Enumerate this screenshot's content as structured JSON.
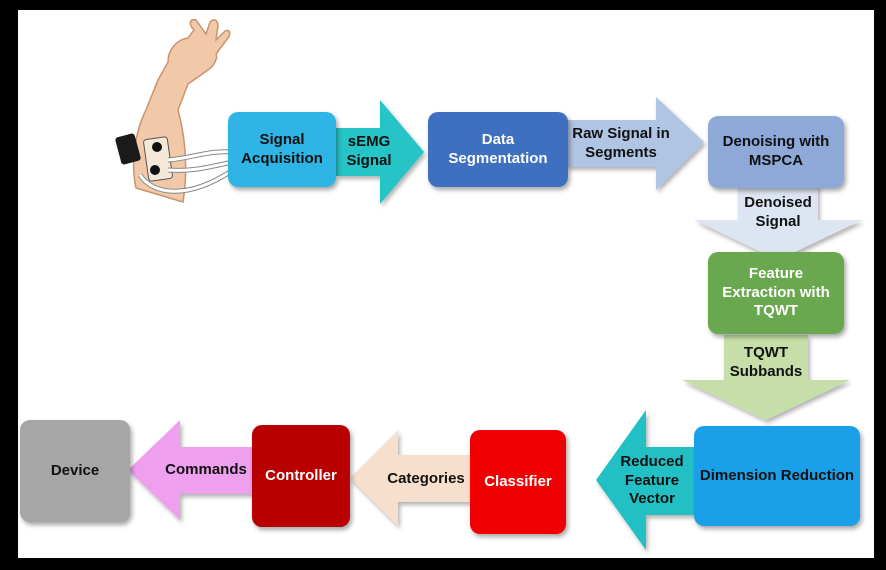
{
  "diagram": {
    "boxes": {
      "signal_acquisition": "Signal Acquisition",
      "data_segmentation": "Data Segmentation",
      "denoising": "Denoising with MSPCA",
      "feature_extraction": "Feature Extraction with TQWT",
      "dimension_reduction": "Dimension Reduction",
      "classifier": "Classifier",
      "controller": "Controller",
      "device": "Device"
    },
    "arrows": {
      "semg_signal": "sEMG Signal",
      "raw_signal": "Raw Signal in Segments",
      "denoised_signal": "Denoised Signal",
      "tqwt_subbands": "TQWT Subbands",
      "reduced_feature_vector": "Reduced Feature Vector",
      "categories": "Categories",
      "commands": "Commands"
    },
    "colors": {
      "signal_acquisition": "#2fb4e6",
      "semg_arrow": "#27c3c7",
      "data_segmentation": "#3f6fbf",
      "raw_arrow": "#b0c4e4",
      "denoising": "#8ea8d8",
      "denoised_arrow": "#dde5f3",
      "feature_extraction": "#6aa84f",
      "tqwt_arrow": "#c6dfa8",
      "dimension_reduction": "#1aa0e8",
      "reduced_arrow": "#22c0c4",
      "classifier": "#f00000",
      "categories_arrow": "#f6dfcc",
      "controller": "#b80000",
      "commands_arrow": "#ee9fee",
      "device": "#a6a6a6"
    }
  }
}
